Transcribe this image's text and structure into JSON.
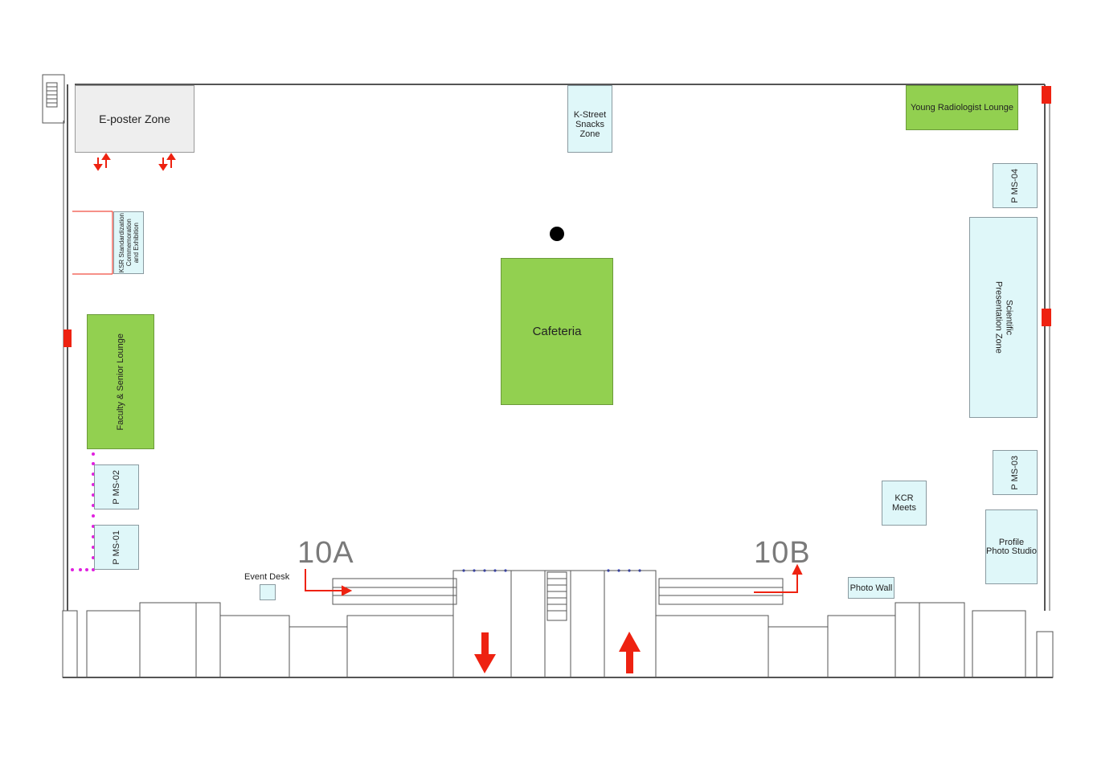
{
  "zones": {
    "eposter": "E-poster Zone",
    "kstreet": "K-Street\nSnacks Zone",
    "young": "Young Radiologist Lounge",
    "ksr": "KSR Standardization\nCommemoration\nand Exhibition",
    "faculty": "Faculty & Senior Lounge",
    "cafeteria": "Cafeteria",
    "pms04": "P MS-04",
    "pms03": "P MS-03",
    "pms02": "P MS-02",
    "pms01": "P MS-01",
    "scientific": "Scientific\nPresentation Zone",
    "kcr": "KCR\nMeets",
    "profile": "Profile\nPhoto Studio",
    "photowall": "Photo Wall",
    "eventdesk": "Event Desk"
  },
  "entrances": {
    "a": "10A",
    "b": "10B"
  },
  "colors": {
    "meeting": "#dff7f9",
    "lounge": "#92d050",
    "arrow": "#ee1111",
    "wall": "#555555"
  }
}
